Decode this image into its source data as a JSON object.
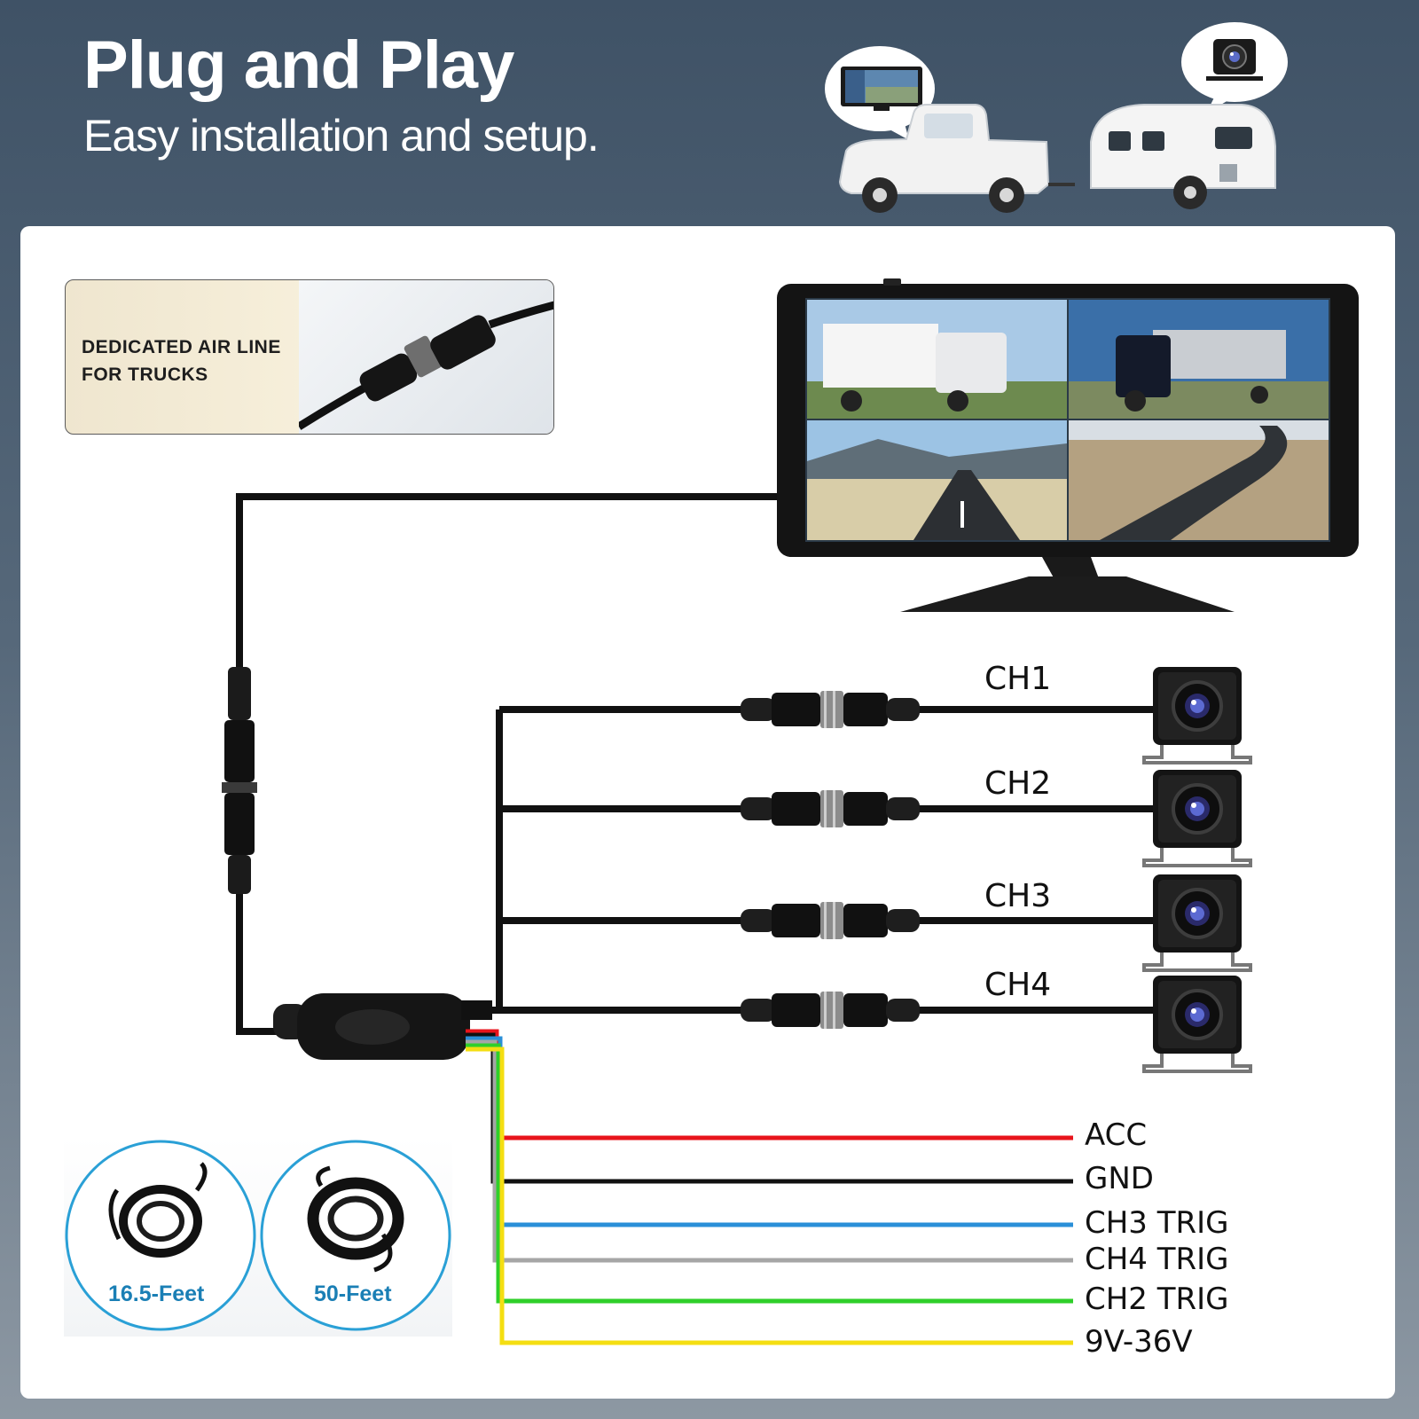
{
  "header": {
    "title": "Plug and Play",
    "subtitle": "Easy installation and setup."
  },
  "air_line": {
    "label_line1": "DEDICATED AIR LINE",
    "label_line2": "FOR TRUCKS"
  },
  "channels": [
    {
      "label": "CH1"
    },
    {
      "label": "CH2"
    },
    {
      "label": "CH3"
    },
    {
      "label": "CH4"
    }
  ],
  "wires": [
    {
      "label": "ACC",
      "color": "#e8141c"
    },
    {
      "label": "GND",
      "color": "#111111"
    },
    {
      "label": "CH3 TRIG",
      "color": "#2a8fd8"
    },
    {
      "label": "CH4 TRIG",
      "color": "#a6a6a6"
    },
    {
      "label": "CH2 TRIG",
      "color": "#2fcf2a"
    },
    {
      "label": "9V-36V",
      "color": "#f4de12"
    }
  ],
  "cables": [
    {
      "label": "16.5-Feet"
    },
    {
      "label": "50-Feet"
    }
  ],
  "colors": {
    "background": "#4a5d70",
    "panel": "#ffffff",
    "cable": "#111111",
    "badge_ring": "#2aa0d6",
    "length_text": "#1a7fb5"
  }
}
